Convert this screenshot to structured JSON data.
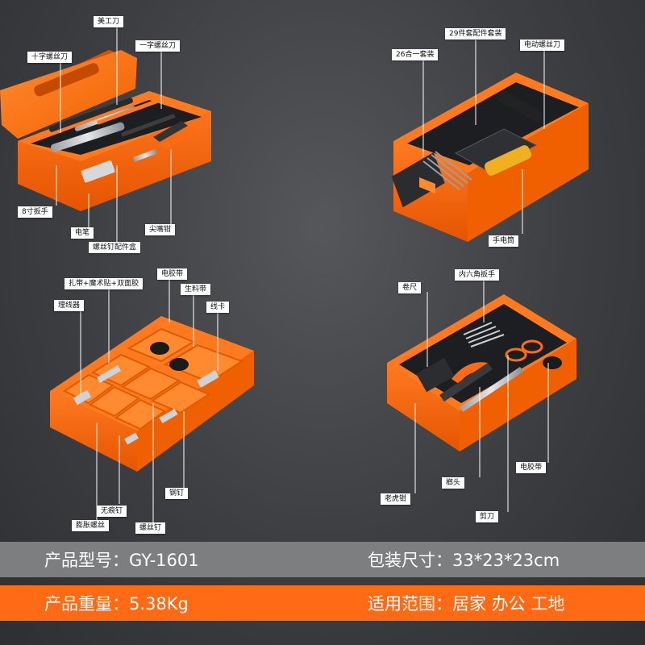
{
  "colors": {
    "accent": "#ff6a14",
    "band_gray": "#7d7e80",
    "background": "#3d3e42"
  },
  "callouts": {
    "top_left": {
      "screwdriver_cross": "十字螺丝刀",
      "utility_knife": "美工刀",
      "screwdriver_flat": "一字螺丝刀",
      "wrench_8inch": "8寸扳手",
      "test_pen": "电笔",
      "screw_box": "螺丝钉配件盒",
      "needle_nose_pliers": "尖嘴钳"
    },
    "top_right": {
      "bit_set_29": "29件套配件套装",
      "set_26_in_1": "26合一套装",
      "electric_screwdriver": "电动螺丝刀",
      "flashlight": "手电筒"
    },
    "bottom_left": {
      "electrical_tape": "电胶带",
      "cable_tie_set": "扎带+魔术贴+双面胶",
      "raw_tape": "生料带",
      "cable_organizer": "理线器",
      "cable_clip": "线卡",
      "steel_nail": "钢钉",
      "traceless_nail": "无痕钉",
      "expansion_screw": "膨胀螺丝",
      "screw_nail": "螺丝钉"
    },
    "bottom_right": {
      "hex_key": "内六角扳手",
      "tape_measure": "卷尺",
      "hammer": "榔头",
      "electrical_tape": "电胶带",
      "vise_pliers": "老虎钳",
      "scissors": "剪刀"
    }
  },
  "specs": {
    "model": "产品型号：GY-1601",
    "package_size": "包装尺寸：33*23*23cm",
    "weight": "产品重量：5.38Kg",
    "usage": "适用范围：居家 办公 工地"
  }
}
